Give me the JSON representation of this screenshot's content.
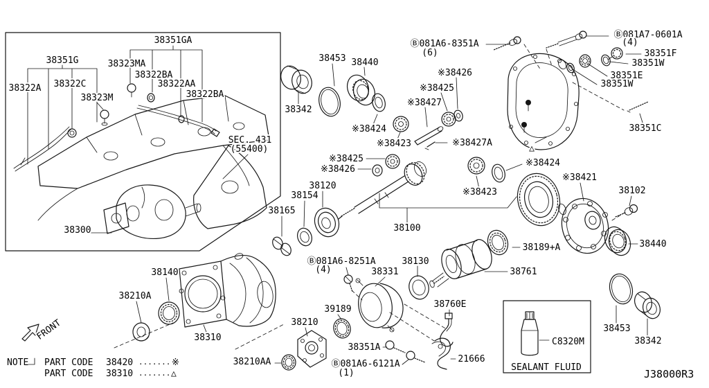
{
  "diagram": {
    "drawing_number": "J38000R3",
    "section_ref": {
      "line1": "SEC. 431",
      "line2": "(55400)"
    },
    "front_label": "FRONT",
    "cover_marker": "△",
    "note": {
      "title": "NOTE",
      "rows": [
        {
          "label": "PART CODE",
          "code": "38420",
          "dots": ".........",
          "symbol": "※"
        },
        {
          "label": "PART CODE",
          "code": "38310",
          "dots": "........",
          "symbol": "△"
        }
      ]
    },
    "sealant": {
      "part_code": "C8320M",
      "caption": "SEALANT FLUID"
    },
    "labels": [
      "38351GA",
      "38351G",
      "38323MA",
      "38322BA",
      "38322A",
      "38322C",
      "38322AA",
      "38323M",
      "38322BA",
      "38453",
      "38440",
      "38342",
      "※38424",
      "※38423",
      "※38426",
      "※38425",
      "※38427",
      "※38427A",
      "※38425",
      "※38426",
      "38120",
      "38154",
      "38165",
      "38100",
      "※38423",
      "※38424",
      "※38421",
      "38102",
      "38440",
      "38189+A",
      "38761",
      "38300",
      "38140",
      "38210A",
      "38310",
      "38210",
      "39189",
      "38331",
      "38130",
      "Ⓑ081A6-8251A",
      "(4)",
      "38760E",
      "38351A",
      "Ⓑ081A6-6121A",
      "(1)",
      "21666",
      "38210AA",
      "38453",
      "38342",
      "Ⓑ081A6-8351A",
      "(6)",
      "Ⓑ081A7-0601A",
      "(4)",
      "38351F",
      "38351W",
      "38351E",
      "38351W",
      "38351C"
    ]
  }
}
